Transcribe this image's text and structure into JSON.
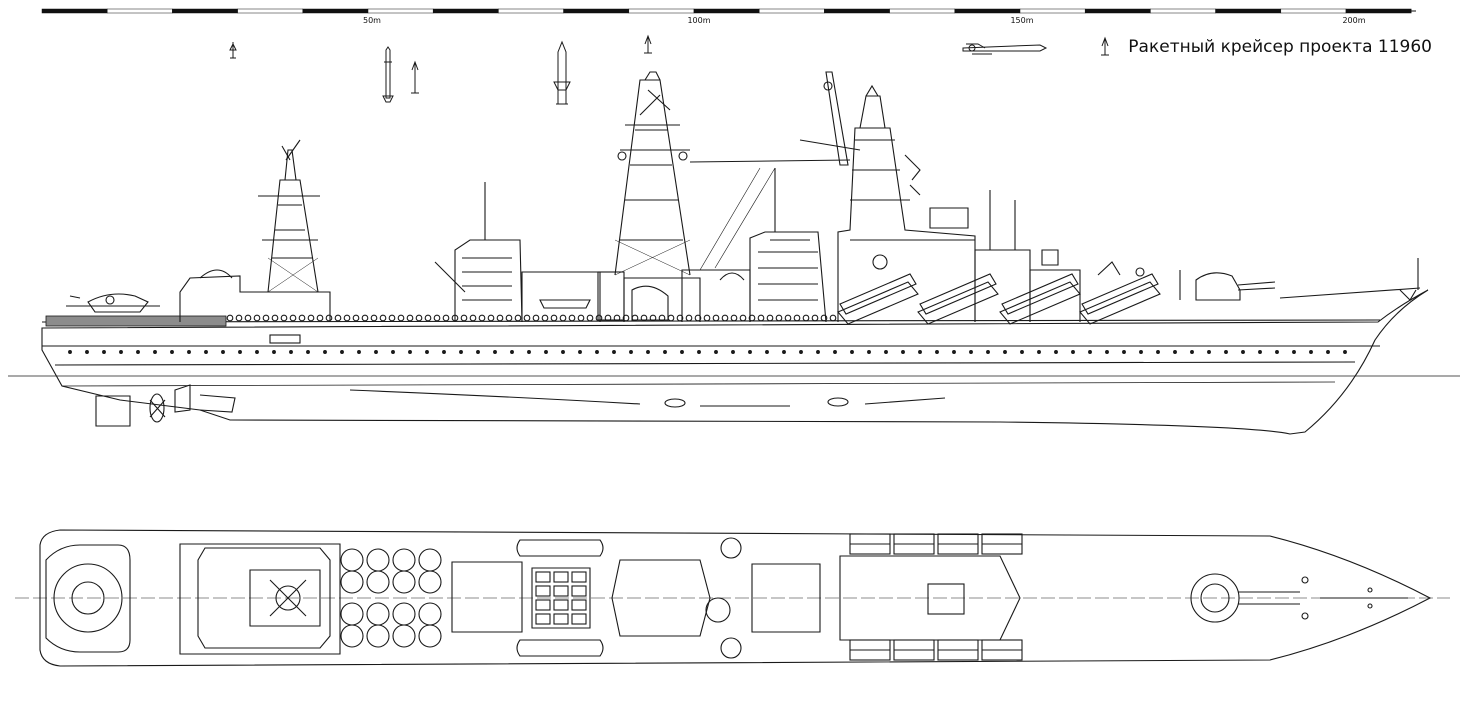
{
  "title": "Ракетный крейсер проекта 11960",
  "scale_bar": {
    "labels": [
      "50m",
      "100m",
      "150m",
      "200m"
    ]
  },
  "colors": {
    "ink": "#1a1a1a",
    "background": "#ffffff",
    "tarp": "#8c8c8c"
  },
  "missile_icons": [
    "small-missile-icon",
    "tall-missile-icon",
    "short-missile-icon",
    "large-missile-icon",
    "point-missile-icon",
    "cruise-missile-icon",
    "small-missile-icon"
  ]
}
